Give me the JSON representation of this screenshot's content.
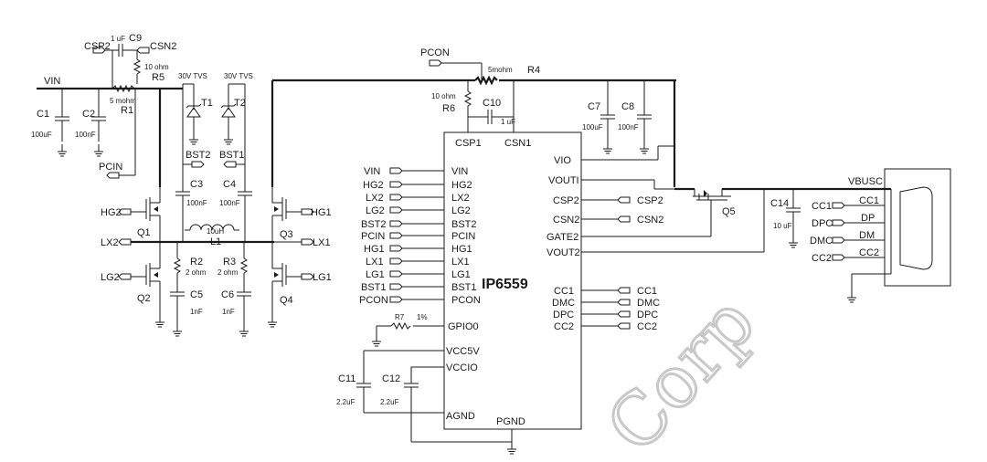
{
  "chip": {
    "name": "IP6559",
    "left_pins": [
      "VIN",
      "HG2",
      "LX2",
      "LG2",
      "BST2",
      "PCIN",
      "HG1",
      "LX1",
      "LG1",
      "BST1",
      "PCON"
    ],
    "gpio": "GPIO0",
    "vcc5v": "VCC5V",
    "vccio": "VCCIO",
    "agnd": "AGND",
    "pgnd": "PGND",
    "csp1": "CSP1",
    "csn1": "CSN1",
    "right_pins": [
      "VIO",
      "VOUTI",
      "CSP2",
      "CSN2",
      "GATE2",
      "VOUT2"
    ],
    "right_pins_low": [
      "CC1",
      "DMC",
      "DPC",
      "CC2"
    ]
  },
  "left_nets": [
    "VIN",
    "HG2",
    "LX2",
    "LG2",
    "BST2",
    "PCIN",
    "HG1",
    "LX1",
    "LG1",
    "BST1",
    "PCON"
  ],
  "right_nets_mid": [
    "CSP2",
    "CSN2"
  ],
  "right_nets_low": [
    "CC1",
    "DMC",
    "DPC",
    "CC2"
  ],
  "components": {
    "C9": {
      "ref": "C9",
      "val": "1 uF"
    },
    "R5": {
      "ref": "R5",
      "val": "10 ohm"
    },
    "R1": {
      "ref": "R1",
      "val": "5 mohm"
    },
    "C1": {
      "ref": "C1",
      "val": "100uF"
    },
    "C2": {
      "ref": "C2",
      "val": "100nF"
    },
    "T1": {
      "ref": "T1",
      "val": "30V TVS"
    },
    "T2": {
      "ref": "T2",
      "val": "30V TVS"
    },
    "C3": {
      "ref": "C3",
      "val": "100nF"
    },
    "C4": {
      "ref": "C4",
      "val": "100nF"
    },
    "L1": {
      "ref": "L1",
      "val": "10uH"
    },
    "R2": {
      "ref": "R2",
      "val": "2 ohm"
    },
    "R3": {
      "ref": "R3",
      "val": "2 ohm"
    },
    "C5": {
      "ref": "C5",
      "val": "1nF"
    },
    "C6": {
      "ref": "C6",
      "val": "1nF"
    },
    "Q1": {
      "ref": "Q1"
    },
    "Q2": {
      "ref": "Q2"
    },
    "Q3": {
      "ref": "Q3"
    },
    "Q4": {
      "ref": "Q4"
    },
    "R4": {
      "ref": "R4",
      "val": "5mohm"
    },
    "R6": {
      "ref": "R6",
      "val": "10 ohm"
    },
    "C10": {
      "ref": "C10",
      "val": "1 uF"
    },
    "C7": {
      "ref": "C7",
      "val": "100uF"
    },
    "C8": {
      "ref": "C8",
      "val": "100nF"
    },
    "Q5": {
      "ref": "Q5"
    },
    "C14": {
      "ref": "C14",
      "val": "10 uF"
    },
    "R7": {
      "ref": "R7",
      "val": "1%"
    },
    "C11": {
      "ref": "C11",
      "val": "2.2uF"
    },
    "C12": {
      "ref": "C12",
      "val": "2.2uF"
    }
  },
  "nets": {
    "vin": "VIN",
    "csp2": "CSP2",
    "csn2": "CSN2",
    "pcin": "PCIN",
    "bst2": "BST2",
    "bst1": "BST1",
    "hg2": "HG2",
    "lx2": "LX2",
    "lg2": "LG2",
    "hg1": "HG1",
    "lx1": "LX1",
    "lg1": "LG1",
    "pcon": "PCON",
    "vbusc": "VBUSC"
  },
  "usb": {
    "left": [
      "CC1",
      "DPC",
      "DMC",
      "CC2"
    ],
    "right": [
      "CC1",
      "DP",
      "DM",
      "CC2"
    ]
  },
  "watermark": "Corp"
}
